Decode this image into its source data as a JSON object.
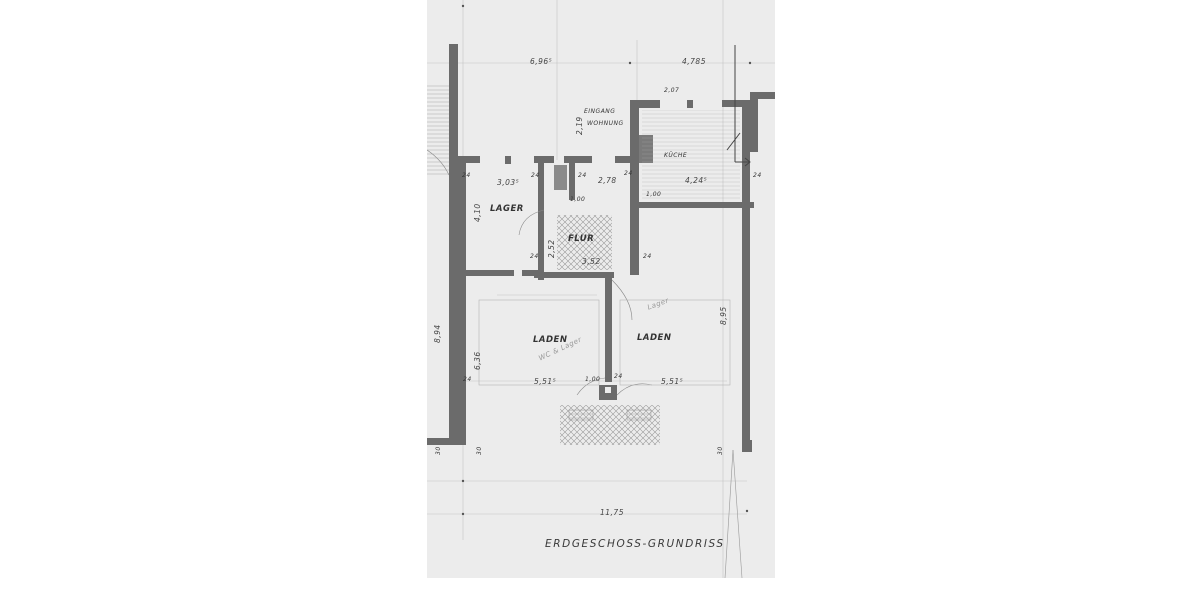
{
  "drawing": {
    "title": "ERDGESCHOSS-GRUNDRISS",
    "background": "#ececec",
    "wall_color": "#6b6b6b"
  },
  "rooms": {
    "entrance": "EINGANG",
    "entrance_sub": "WOHNUNG",
    "kitchen": "KÜCHE",
    "storage": "LAGER",
    "hall": "FLUR",
    "shop_left": "LADEN",
    "shop_right": "LADEN"
  },
  "dimensions": {
    "top_left_width": "6,96⁵",
    "top_right_width": "4,785",
    "kitchen_top": "2,07",
    "entrance_height": "2,19",
    "lager_width": "3,03⁵",
    "hall_width": "2,78",
    "kitchen_width": "4,24⁵",
    "lager_height": "4,10",
    "hall_height": "2,52",
    "hall_depth": "3,52",
    "total_height": "8,94",
    "shop_height": "6,36",
    "shop_left_width": "5,51⁵",
    "shop_right_width": "5,51⁵",
    "pillar": "1,00",
    "total_width": "11,75",
    "right_height": "8,95",
    "wall_24": "24",
    "wall_30": "30",
    "kitchen_small": "1,00",
    "wc_dim": "1,00"
  },
  "annotations": {
    "left_shop_note": "WC & Lager",
    "right_shop_note": "Lager",
    "vertical_note": "2,19"
  }
}
